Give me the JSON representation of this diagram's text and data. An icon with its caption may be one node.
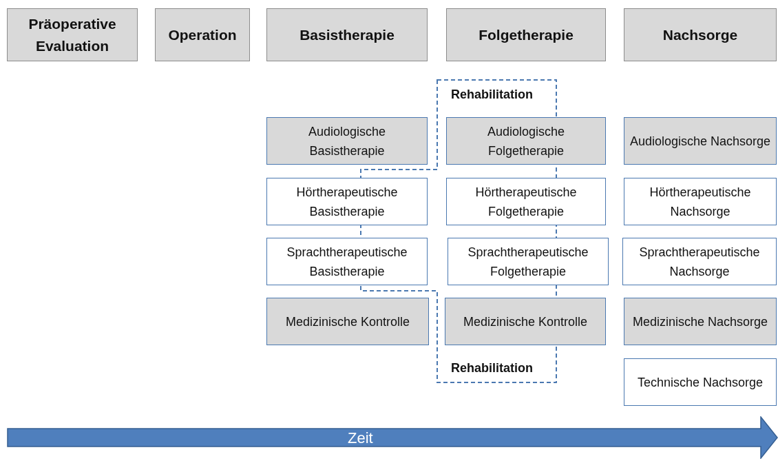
{
  "diagram": {
    "nodes": [
      {
        "text": [
          "Präoperative Evaluation"
        ]
      },
      {
        "text": [
          "Operation"
        ]
      },
      {
        "text": [
          "Basistherapie"
        ]
      },
      {
        "text": [
          "Folgetherapie"
        ]
      },
      {
        "text": [
          "Nachsorge"
        ]
      },
      {
        "text": [
          "Rehabilitation",
          "Rehabilitation"
        ]
      },
      {
        "text": [
          "Audiologische Basistherapie"
        ]
      },
      {
        "text": [
          "Audiologische Folgetherapie"
        ]
      },
      {
        "text": [
          "Audiologische Nachsorge"
        ]
      },
      {
        "text": [
          "Hörtherapeutische Basistherapie"
        ]
      },
      {
        "text": [
          "Hörtherapeutische Folgetherapie"
        ]
      },
      {
        "text": [
          "Hörtherapeutische Nachsorge"
        ]
      },
      {
        "text": [
          "Sprachtherapeutische Basistherapie"
        ]
      },
      {
        "text": [
          "Sprachtherapeutische Folgetherapie"
        ]
      },
      {
        "text": [
          "Sprachtherapeutische Nachsorge"
        ]
      },
      {
        "text": [
          "Medizinische Kontrolle"
        ]
      },
      {
        "text": [
          "Medizinische Kontrolle"
        ]
      },
      {
        "text": [
          "Medizinische Nachsorge"
        ]
      },
      {
        "text": [
          "Technische Nachsorge"
        ]
      },
      {
        "text": [
          "Zeit"
        ]
      }
    ]
  }
}
